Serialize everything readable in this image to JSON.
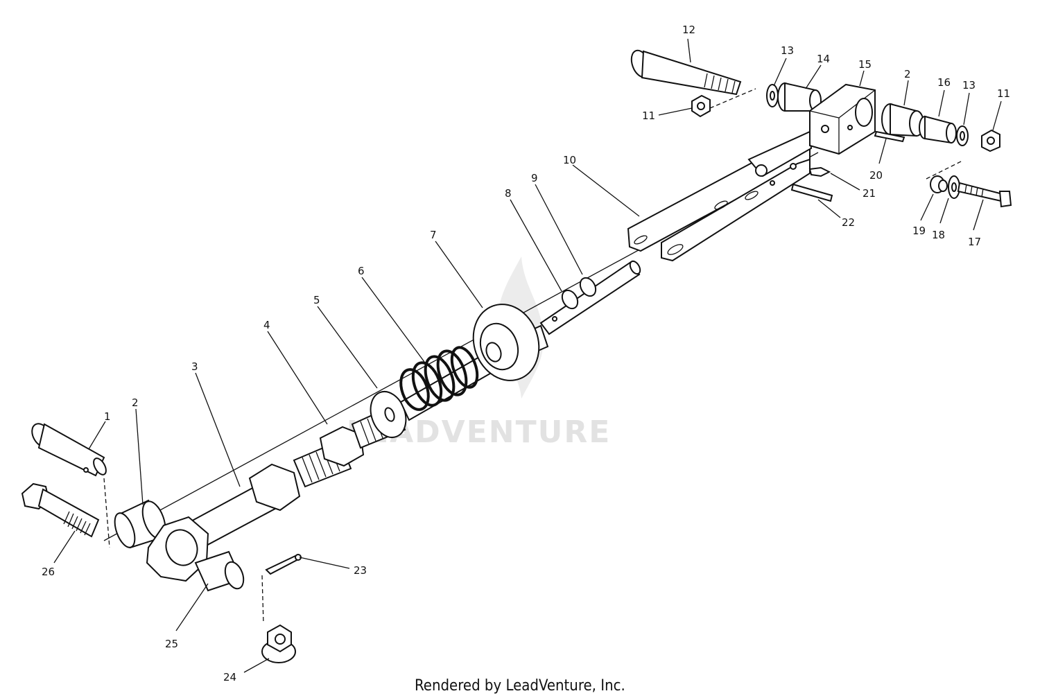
{
  "diagram": {
    "callouts": [
      {
        "id": "c1",
        "label": "1"
      },
      {
        "id": "c2a",
        "label": "2"
      },
      {
        "id": "c3",
        "label": "3"
      },
      {
        "id": "c4",
        "label": "4"
      },
      {
        "id": "c5",
        "label": "5"
      },
      {
        "id": "c6",
        "label": "6"
      },
      {
        "id": "c7",
        "label": "7"
      },
      {
        "id": "c8",
        "label": "8"
      },
      {
        "id": "c9",
        "label": "9"
      },
      {
        "id": "c10",
        "label": "10"
      },
      {
        "id": "c11a",
        "label": "11"
      },
      {
        "id": "c11b",
        "label": "11"
      },
      {
        "id": "c12",
        "label": "12"
      },
      {
        "id": "c13a",
        "label": "13"
      },
      {
        "id": "c13b",
        "label": "13"
      },
      {
        "id": "c14",
        "label": "14"
      },
      {
        "id": "c15",
        "label": "15"
      },
      {
        "id": "c2b",
        "label": "2"
      },
      {
        "id": "c16",
        "label": "16"
      },
      {
        "id": "c17",
        "label": "17"
      },
      {
        "id": "c18",
        "label": "18"
      },
      {
        "id": "c19",
        "label": "19"
      },
      {
        "id": "c20",
        "label": "20"
      },
      {
        "id": "c21",
        "label": "21"
      },
      {
        "id": "c22",
        "label": "22"
      },
      {
        "id": "c23",
        "label": "23"
      },
      {
        "id": "c24",
        "label": "24"
      },
      {
        "id": "c25",
        "label": "25"
      },
      {
        "id": "c26",
        "label": "26"
      }
    ],
    "watermark": "LEADVENTURE",
    "footer": "Rendered by LeadVenture, Inc."
  }
}
